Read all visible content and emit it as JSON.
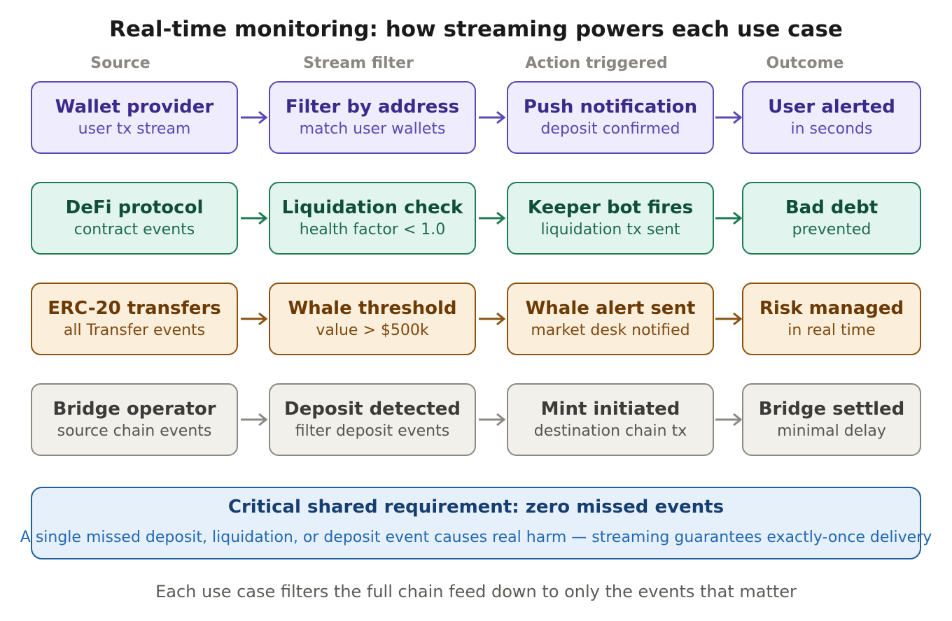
{
  "title": "Real-time monitoring: how streaming powers each use case",
  "columns": [
    "Source",
    "Stream filter",
    "Action triggered",
    "Outcome"
  ],
  "rows": [
    {
      "theme": {
        "fill": "#efedfd",
        "stroke": "#5a49b4",
        "arrow": "#5a49b4"
      },
      "cells": [
        {
          "title": "Wallet provider",
          "sub": "user tx stream"
        },
        {
          "title": "Filter by address",
          "sub": "match user wallets"
        },
        {
          "title": "Push notification",
          "sub": "deposit confirmed"
        },
        {
          "title": "User alerted",
          "sub": "in seconds"
        }
      ]
    },
    {
      "theme": {
        "fill": "#e2f4ee",
        "stroke": "#1f7a55",
        "arrow": "#1f7a55"
      },
      "cells": [
        {
          "title": "DeFi protocol",
          "sub": "contract events"
        },
        {
          "title": "Liquidation check",
          "sub": "health factor < 1.0"
        },
        {
          "title": "Keeper bot fires",
          "sub": "liquidation tx sent"
        },
        {
          "title": "Bad debt",
          "sub": "prevented"
        }
      ]
    },
    {
      "theme": {
        "fill": "#fbeeda",
        "stroke": "#8a5313",
        "arrow": "#8a5313"
      },
      "cells": [
        {
          "title": "ERC-20 transfers",
          "sub": "all Transfer events"
        },
        {
          "title": "Whale threshold",
          "sub": "value > $500k"
        },
        {
          "title": "Whale alert sent",
          "sub": "market desk notified"
        },
        {
          "title": "Risk managed",
          "sub": "in real time"
        }
      ]
    },
    {
      "theme": {
        "fill": "#f2f0ea",
        "stroke": "#8a8984",
        "arrow": "#8a8984"
      },
      "cells": [
        {
          "title": "Bridge operator",
          "sub": "source chain events"
        },
        {
          "title": "Deposit detected",
          "sub": "filter deposit events"
        },
        {
          "title": "Mint initiated",
          "sub": "destination chain tx"
        },
        {
          "title": "Bridge settled",
          "sub": "minimal delay"
        }
      ]
    }
  ],
  "requirement": {
    "title": "Critical shared requirement: zero missed events",
    "sub": "A single missed deposit, liquidation, or deposit event causes real harm — streaming guarantees exactly-once delivery"
  },
  "footer": "Each use case filters the full chain feed down to only the events that matter"
}
